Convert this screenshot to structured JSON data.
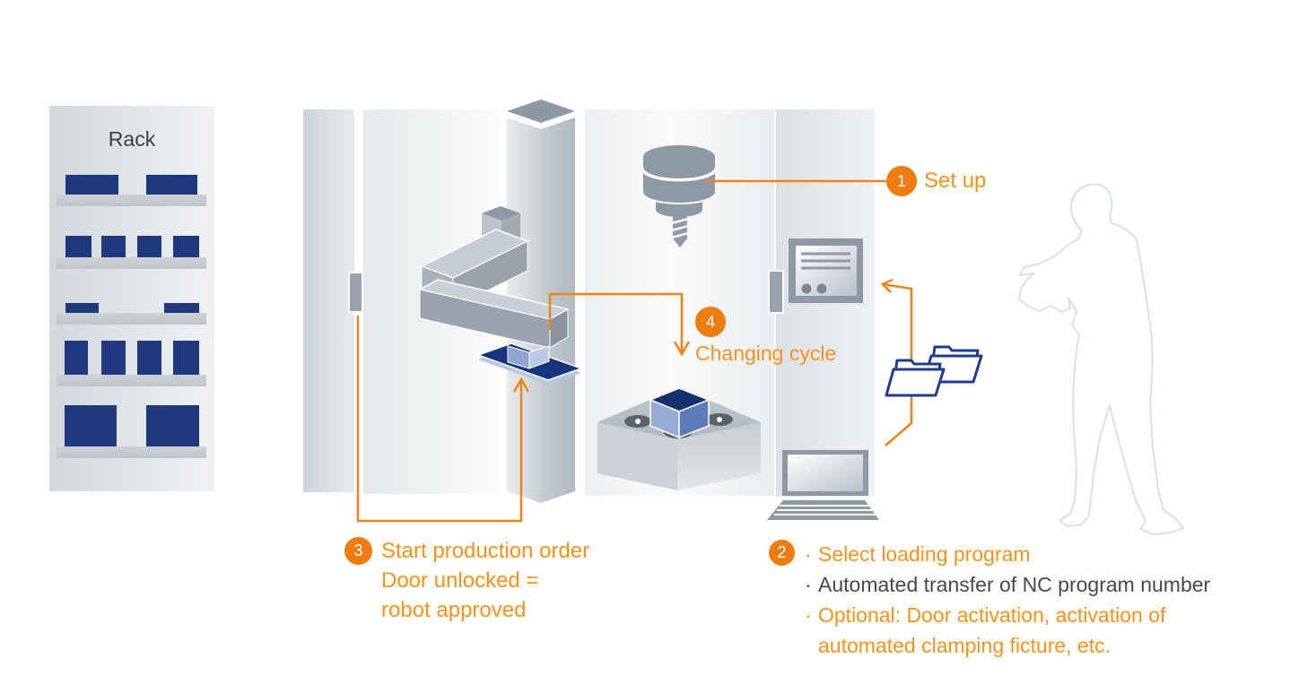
{
  "colors": {
    "accent_orange_badge": "#ee7c10",
    "accent_orange_text": "#f6921d",
    "accent_orange_line": "#f0821a",
    "navy_block": "#20397e",
    "navy_folder": "#1f3d8c",
    "machine_gray": "#8d99a4",
    "dark_text": "#45494c",
    "silhouette_outline": "#d9dfe6"
  },
  "rack": {
    "title": "Rack"
  },
  "steps": {
    "step1": {
      "number": "1",
      "label": "Set up"
    },
    "step2": {
      "number": "2",
      "lines": [
        {
          "bullet": "·",
          "text": "Select loading program",
          "tone": "orange"
        },
        {
          "bullet": "·",
          "text": "Automated transfer of NC program number",
          "tone": "dark"
        },
        {
          "bullet": "·",
          "text": "Optional: Door activation, activation of",
          "tone": "orange"
        },
        {
          "bullet": "",
          "text": "automated clamping ficture, etc.",
          "tone": "orange"
        }
      ]
    },
    "step3": {
      "number": "3",
      "lines": [
        "Start production order",
        "Door unlocked =",
        "robot approved"
      ]
    },
    "step4": {
      "number": "4",
      "label": "Changing cycle"
    }
  },
  "icons": {
    "rack": "parts-rack",
    "robot": "gantry-robot-arm",
    "spindle": "milling-spindle",
    "table": "clamping-table",
    "workpiece": "workpiece-cube",
    "tray": "workpiece-tray",
    "control_panel": "machine-control-panel",
    "laptop": "laptop-computer",
    "folders": "program-folders",
    "operator": "operator-silhouette"
  }
}
